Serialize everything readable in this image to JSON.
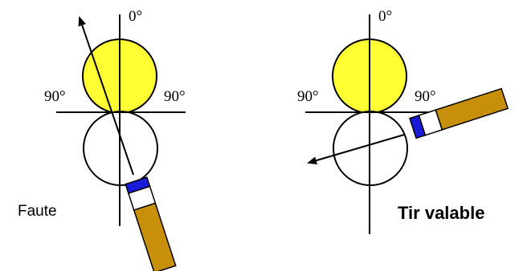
{
  "colors": {
    "object_ball": "#ffff33",
    "cue_ball": "#ffffff",
    "stroke": "#000000",
    "cue_tip": "#1a1ad9",
    "cue_ferrule": "#ffffff",
    "cue_shaft": "#c8900a"
  },
  "left": {
    "angle_top": "0°",
    "angle_left": "90°",
    "angle_right": "90°",
    "caption": "Faute"
  },
  "right": {
    "angle_top": "0°",
    "angle_left": "90°",
    "angle_right": "90°",
    "caption": "Tir valable"
  }
}
